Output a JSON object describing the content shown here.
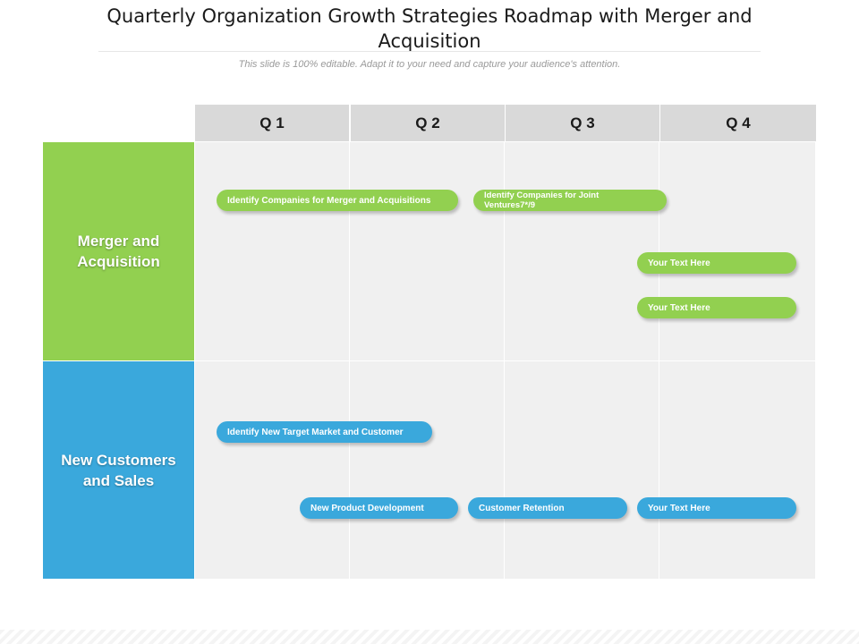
{
  "slide": {
    "title": "Quarterly Organization Growth Strategies Roadmap with Merger and Acquisition",
    "subtitle": "This slide is 100% editable. Adapt it to your need and capture your audience's attention."
  },
  "columns": [
    "Q 1",
    "Q 2",
    "Q 3",
    "Q 4"
  ],
  "rows": [
    {
      "label": "Merger and Acquisition",
      "color": "#92d050"
    },
    {
      "label": "New Customers and Sales",
      "color": "#3aa8dc"
    }
  ],
  "tasks": {
    "merger": [
      "Identify Companies for Merger and Acquisitions",
      "Identify Companies for Joint Ventures7*/9",
      "Your Text Here",
      "Your Text Here"
    ],
    "customers": [
      "Identify New Target Market and Customer",
      "New Product Development",
      "Customer Retention",
      "Your Text Here"
    ]
  },
  "colors": {
    "green": "#92d050",
    "blue": "#3aa8dc",
    "header": "#d9d9d9",
    "cell": "#f0f0f0"
  }
}
